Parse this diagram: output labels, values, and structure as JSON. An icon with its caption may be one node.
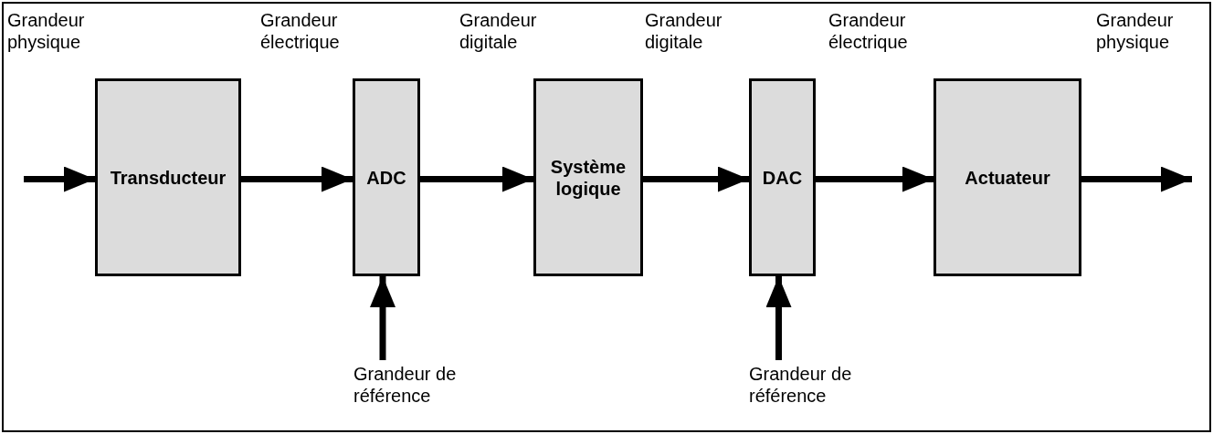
{
  "diagram": {
    "nodes": [
      {
        "text": [
          "Transducteur"
        ]
      },
      {
        "text": [
          "ADC"
        ]
      },
      {
        "text": [
          "Système logique"
        ]
      },
      {
        "text": [
          "DAC"
        ]
      },
      {
        "text": [
          "Actuateur"
        ]
      },
      {
        "text": [
          "Grandeur de référence"
        ]
      },
      {
        "text": [
          "Grandeur de référence"
        ]
      }
    ],
    "edges": [
      {
        "from": null,
        "to": 0,
        "arrow": "to"
      },
      {
        "from": 0,
        "to": 1,
        "arrow": "to"
      },
      {
        "from": 1,
        "to": 2,
        "arrow": "to"
      },
      {
        "from": 2,
        "to": 3,
        "arrow": "to"
      },
      {
        "from": 3,
        "to": 4,
        "arrow": "to"
      },
      {
        "from": 4,
        "to": null,
        "arrow": "to"
      },
      {
        "from": 5,
        "to": 1,
        "arrow": "to"
      },
      {
        "from": 6,
        "to": 3,
        "arrow": "to"
      }
    ],
    "labels": [
      "Grandeur physique",
      "Grandeur électrique",
      "Grandeur digitale",
      "Grandeur digitale",
      "Grandeur électrique",
      "Grandeur physique"
    ]
  }
}
